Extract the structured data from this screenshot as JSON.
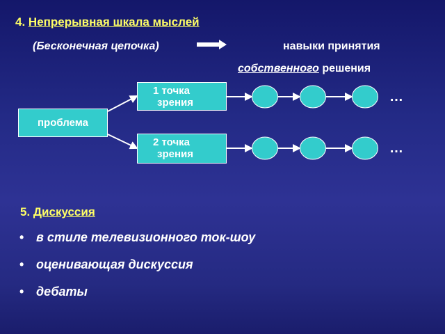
{
  "section4": {
    "number": "4.",
    "title": "Непрерывная шкала мыслей",
    "chain_label": "(Бесконечная цепочка)",
    "skills_line1": "навыки принятия",
    "skills_underlined": "собственного",
    "skills_rest": "решения"
  },
  "diagram": {
    "problem": "проблема",
    "view1_line1": "1 точка",
    "view1_line2": "зрения",
    "view2_line1": "2 точка",
    "view2_line2": "зрения",
    "ellipsis1": "…",
    "ellipsis2": "…",
    "node_color": "#33cccc"
  },
  "section5": {
    "number": "5.",
    "title": "Дискуссия",
    "bullets": [
      "в стиле телевизионного ток-шоу",
      "оценивающая дискуссия",
      "дебаты"
    ]
  },
  "colors": {
    "heading": "#ffff66",
    "text": "#ffffff",
    "box": "#33cccc"
  }
}
